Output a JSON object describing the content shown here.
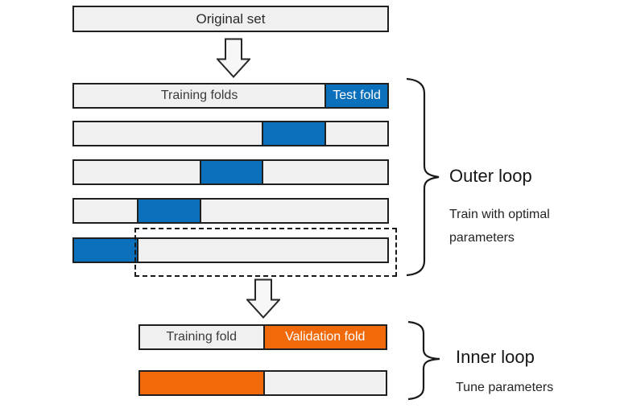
{
  "diagram": {
    "original_set": {
      "label": "Original set"
    },
    "outer": {
      "brace_label": "Outer loop",
      "brace_sublabel": "Train with optimal parameters",
      "rows": [
        {
          "segments": [
            {
              "pct": 80,
              "fill": "gray",
              "label": "Training folds"
            },
            {
              "pct": 20,
              "fill": "blue",
              "label": "Test fold"
            }
          ]
        },
        {
          "segments": [
            {
              "pct": 60,
              "fill": "gray"
            },
            {
              "pct": 20,
              "fill": "blue"
            },
            {
              "pct": 20,
              "fill": "gray"
            }
          ]
        },
        {
          "segments": [
            {
              "pct": 40,
              "fill": "gray"
            },
            {
              "pct": 20,
              "fill": "blue"
            },
            {
              "pct": 40,
              "fill": "gray"
            }
          ]
        },
        {
          "segments": [
            {
              "pct": 20,
              "fill": "gray"
            },
            {
              "pct": 20,
              "fill": "blue"
            },
            {
              "pct": 60,
              "fill": "gray"
            }
          ]
        },
        {
          "segments": [
            {
              "pct": 20,
              "fill": "blue"
            },
            {
              "pct": 80,
              "fill": "gray"
            }
          ]
        }
      ]
    },
    "inner": {
      "brace_label": "Inner loop",
      "brace_sublabel": "Tune parameters",
      "rows": [
        {
          "segments": [
            {
              "pct": 50,
              "fill": "gray",
              "label": "Training fold"
            },
            {
              "pct": 50,
              "fill": "orange",
              "label": "Validation fold"
            }
          ]
        },
        {
          "segments": [
            {
              "pct": 50,
              "fill": "orange"
            },
            {
              "pct": 50,
              "fill": "gray"
            }
          ]
        }
      ]
    },
    "colors": {
      "blue": "#0b70bb",
      "orange": "#f16a0a",
      "box_fill": "#f0f0f0",
      "border": "#1f1f1f"
    }
  }
}
